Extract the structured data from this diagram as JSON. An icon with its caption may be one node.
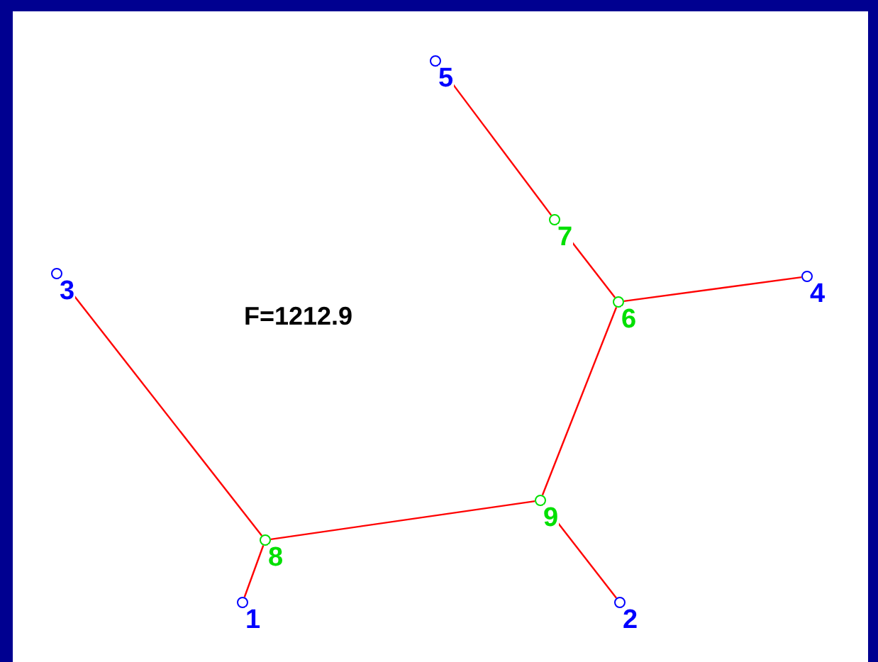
{
  "diagram": {
    "nodes": [
      {
        "text": [
          "1"
        ]
      },
      {
        "text": [
          "2"
        ]
      },
      {
        "text": [
          "3"
        ]
      },
      {
        "text": [
          "4"
        ]
      },
      {
        "text": [
          "5"
        ]
      },
      {
        "text": [
          "6"
        ]
      },
      {
        "text": [
          "7"
        ]
      },
      {
        "text": [
          "8"
        ]
      },
      {
        "text": [
          "9"
        ]
      }
    ],
    "edges": [
      {
        "from": 4,
        "to": 6,
        "arrow": "none"
      },
      {
        "from": 6,
        "to": 5,
        "arrow": "none"
      },
      {
        "from": 5,
        "to": 3,
        "arrow": "none"
      },
      {
        "from": 5,
        "to": 8,
        "arrow": "none"
      },
      {
        "from": 8,
        "to": 1,
        "arrow": "none"
      },
      {
        "from": 8,
        "to": 7,
        "arrow": "none"
      },
      {
        "from": 7,
        "to": 2,
        "arrow": "none"
      },
      {
        "from": 7,
        "to": 0,
        "arrow": "none"
      }
    ],
    "labels": [
      "F=1212.9"
    ]
  }
}
